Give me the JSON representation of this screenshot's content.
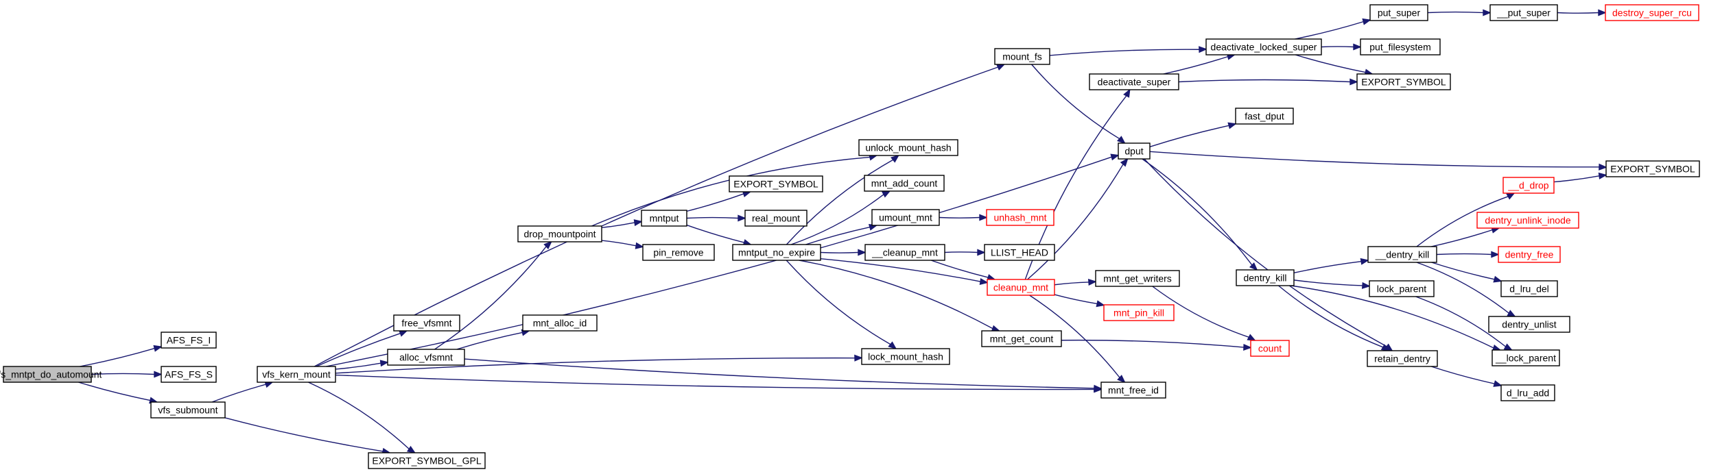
{
  "colors": {
    "edge": "#191970",
    "node_border": "#000000",
    "node_fill": "#ffffff",
    "root_fill": "#bfbfbf",
    "truncated_border": "#ff0000",
    "truncated_text": "#ff0000"
  },
  "nodes": [
    {
      "id": "root",
      "label": "afs_mntpt_do_automount",
      "kind": "root"
    },
    {
      "id": "afs_fs_i",
      "label": "AFS_FS_I",
      "kind": "normal"
    },
    {
      "id": "afs_fs_s",
      "label": "AFS_FS_S",
      "kind": "normal"
    },
    {
      "id": "vfs_submount",
      "label": "vfs_submount",
      "kind": "normal"
    },
    {
      "id": "vfs_kern_mount",
      "label": "vfs_kern_mount",
      "kind": "normal"
    },
    {
      "id": "export_symbol_gpl",
      "label": "EXPORT_SYMBOL_GPL",
      "kind": "normal"
    },
    {
      "id": "free_vfsmnt",
      "label": "free_vfsmnt",
      "kind": "normal"
    },
    {
      "id": "alloc_vfsmnt",
      "label": "alloc_vfsmnt",
      "kind": "normal"
    },
    {
      "id": "mnt_alloc_id",
      "label": "mnt_alloc_id",
      "kind": "normal"
    },
    {
      "id": "drop_mountpoint",
      "label": "drop_mountpoint",
      "kind": "normal"
    },
    {
      "id": "mntput",
      "label": "mntput",
      "kind": "normal"
    },
    {
      "id": "pin_remove",
      "label": "pin_remove",
      "kind": "normal"
    },
    {
      "id": "export_symbol_1",
      "label": "EXPORT_SYMBOL",
      "kind": "normal"
    },
    {
      "id": "real_mount",
      "label": "real_mount",
      "kind": "normal"
    },
    {
      "id": "mntput_no_expire",
      "label": "mntput_no_expire",
      "kind": "normal"
    },
    {
      "id": "mount_fs",
      "label": "mount_fs",
      "kind": "normal"
    },
    {
      "id": "unlock_mount_hash",
      "label": "unlock_mount_hash",
      "kind": "normal"
    },
    {
      "id": "mnt_add_count",
      "label": "mnt_add_count",
      "kind": "normal"
    },
    {
      "id": "umount_mnt",
      "label": "umount_mnt",
      "kind": "normal"
    },
    {
      "id": "cleanup_mnt_short",
      "label": "__cleanup_mnt",
      "kind": "normal"
    },
    {
      "id": "lock_mount_hash",
      "label": "lock_mount_hash",
      "kind": "normal"
    },
    {
      "id": "mnt_get_count",
      "label": "mnt_get_count",
      "kind": "normal"
    },
    {
      "id": "mnt_free_id",
      "label": "mnt_free_id",
      "kind": "normal"
    },
    {
      "id": "unhash_mnt",
      "label": "unhash_mnt",
      "kind": "truncated"
    },
    {
      "id": "llist_head",
      "label": "LLIST_HEAD",
      "kind": "normal"
    },
    {
      "id": "cleanup_mnt",
      "label": "cleanup_mnt",
      "kind": "truncated"
    },
    {
      "id": "deactivate_super",
      "label": "deactivate_super",
      "kind": "normal"
    },
    {
      "id": "deactivate_locked_super",
      "label": "deactivate_locked_super",
      "kind": "normal"
    },
    {
      "id": "dput",
      "label": "dput",
      "kind": "normal"
    },
    {
      "id": "mnt_get_writers",
      "label": "mnt_get_writers",
      "kind": "normal"
    },
    {
      "id": "mnt_pin_kill",
      "label": "mnt_pin_kill",
      "kind": "truncated"
    },
    {
      "id": "count",
      "label": "count",
      "kind": "truncated"
    },
    {
      "id": "put_super",
      "label": "put_super",
      "kind": "normal"
    },
    {
      "id": "put_filesystem",
      "label": "put_filesystem",
      "kind": "normal"
    },
    {
      "id": "export_symbol_2",
      "label": "EXPORT_SYMBOL",
      "kind": "normal"
    },
    {
      "id": "put_super_inner",
      "label": "__put_super",
      "kind": "normal"
    },
    {
      "id": "destroy_super_rcu",
      "label": "destroy_super_rcu",
      "kind": "truncated"
    },
    {
      "id": "fast_dput",
      "label": "fast_dput",
      "kind": "normal"
    },
    {
      "id": "export_symbol_3",
      "label": "EXPORT_SYMBOL",
      "kind": "normal"
    },
    {
      "id": "dentry_kill",
      "label": "dentry_kill",
      "kind": "normal"
    },
    {
      "id": "retain_dentry",
      "label": "retain_dentry",
      "kind": "normal"
    },
    {
      "id": "dentry_kill_inner",
      "label": "__dentry_kill",
      "kind": "normal"
    },
    {
      "id": "lock_parent",
      "label": "lock_parent",
      "kind": "normal"
    },
    {
      "id": "lock_parent_inner",
      "label": "__lock_parent",
      "kind": "normal"
    },
    {
      "id": "d_lru_add",
      "label": "d_lru_add",
      "kind": "normal"
    },
    {
      "id": "d_drop",
      "label": "__d_drop",
      "kind": "truncated"
    },
    {
      "id": "dentry_unlink_inode",
      "label": "dentry_unlink_inode",
      "kind": "truncated"
    },
    {
      "id": "dentry_free",
      "label": "dentry_free",
      "kind": "truncated"
    },
    {
      "id": "d_lru_del",
      "label": "d_lru_del",
      "kind": "normal"
    },
    {
      "id": "dentry_unlist",
      "label": "dentry_unlist",
      "kind": "normal"
    }
  ],
  "edges": [
    [
      "root",
      "afs_fs_i"
    ],
    [
      "root",
      "afs_fs_s"
    ],
    [
      "root",
      "vfs_submount"
    ],
    [
      "vfs_submount",
      "vfs_kern_mount"
    ],
    [
      "vfs_submount",
      "export_symbol_gpl"
    ],
    [
      "vfs_kern_mount",
      "mount_fs"
    ],
    [
      "vfs_kern_mount",
      "dput"
    ],
    [
      "vfs_kern_mount",
      "free_vfsmnt"
    ],
    [
      "vfs_kern_mount",
      "alloc_vfsmnt"
    ],
    [
      "vfs_kern_mount",
      "lock_mount_hash"
    ],
    [
      "vfs_kern_mount",
      "mnt_free_id"
    ],
    [
      "vfs_kern_mount",
      "export_symbol_gpl"
    ],
    [
      "alloc_vfsmnt",
      "drop_mountpoint"
    ],
    [
      "alloc_vfsmnt",
      "mnt_alloc_id"
    ],
    [
      "alloc_vfsmnt",
      "mnt_free_id"
    ],
    [
      "drop_mountpoint",
      "unlock_mount_hash"
    ],
    [
      "drop_mountpoint",
      "mntput"
    ],
    [
      "drop_mountpoint",
      "pin_remove"
    ],
    [
      "mntput",
      "export_symbol_1"
    ],
    [
      "mntput",
      "real_mount"
    ],
    [
      "mntput",
      "mntput_no_expire"
    ],
    [
      "mntput_no_expire",
      "unlock_mount_hash"
    ],
    [
      "mntput_no_expire",
      "mnt_add_count"
    ],
    [
      "mntput_no_expire",
      "umount_mnt"
    ],
    [
      "mntput_no_expire",
      "cleanup_mnt_short"
    ],
    [
      "mntput_no_expire",
      "cleanup_mnt"
    ],
    [
      "mntput_no_expire",
      "lock_mount_hash"
    ],
    [
      "mntput_no_expire",
      "mnt_get_count"
    ],
    [
      "umount_mnt",
      "unhash_mnt"
    ],
    [
      "cleanup_mnt_short",
      "llist_head"
    ],
    [
      "cleanup_mnt_short",
      "cleanup_mnt"
    ],
    [
      "mount_fs",
      "deactivate_locked_super"
    ],
    [
      "mount_fs",
      "dput"
    ],
    [
      "cleanup_mnt",
      "deactivate_super"
    ],
    [
      "cleanup_mnt",
      "dput"
    ],
    [
      "cleanup_mnt",
      "mnt_get_writers"
    ],
    [
      "cleanup_mnt",
      "mnt_pin_kill"
    ],
    [
      "cleanup_mnt",
      "mnt_free_id"
    ],
    [
      "mnt_get_writers",
      "count"
    ],
    [
      "mnt_get_count",
      "count"
    ],
    [
      "deactivate_super",
      "deactivate_locked_super"
    ],
    [
      "deactivate_super",
      "export_symbol_2"
    ],
    [
      "deactivate_locked_super",
      "put_super"
    ],
    [
      "deactivate_locked_super",
      "put_filesystem"
    ],
    [
      "deactivate_locked_super",
      "export_symbol_2"
    ],
    [
      "put_super",
      "put_super_inner"
    ],
    [
      "put_super_inner",
      "destroy_super_rcu"
    ],
    [
      "dput",
      "fast_dput"
    ],
    [
      "dput",
      "export_symbol_3"
    ],
    [
      "dput",
      "dentry_kill"
    ],
    [
      "dput",
      "retain_dentry"
    ],
    [
      "dentry_kill",
      "dentry_kill_inner"
    ],
    [
      "dentry_kill",
      "lock_parent"
    ],
    [
      "dentry_kill",
      "lock_parent_inner"
    ],
    [
      "dentry_kill",
      "retain_dentry"
    ],
    [
      "dentry_kill_inner",
      "d_drop"
    ],
    [
      "dentry_kill_inner",
      "dentry_unlink_inode"
    ],
    [
      "dentry_kill_inner",
      "dentry_free"
    ],
    [
      "dentry_kill_inner",
      "d_lru_del"
    ],
    [
      "dentry_kill_inner",
      "dentry_unlist"
    ],
    [
      "d_drop",
      "export_symbol_3"
    ],
    [
      "lock_parent",
      "lock_parent_inner"
    ],
    [
      "retain_dentry",
      "d_lru_add"
    ]
  ]
}
